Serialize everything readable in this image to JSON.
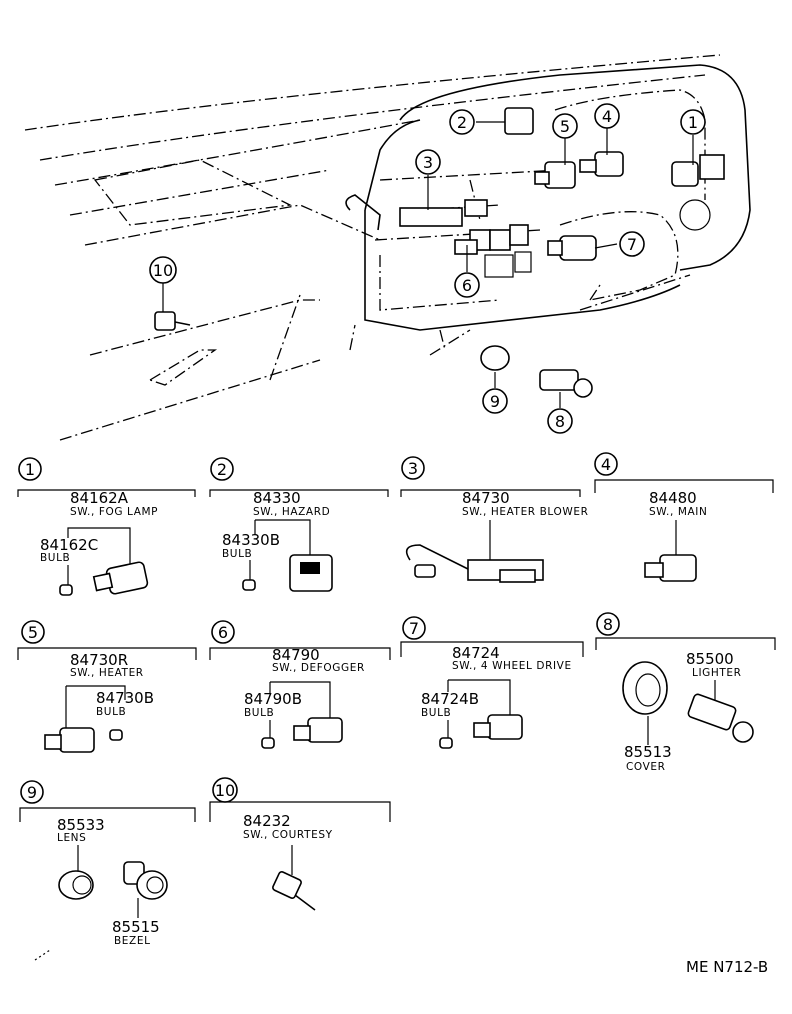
{
  "overview": {
    "callouts": [
      "1",
      "2",
      "3",
      "4",
      "5",
      "6",
      "7",
      "8",
      "9",
      "10"
    ]
  },
  "sections": [
    {
      "index": "1",
      "part_no": "84162A",
      "desc": "SW., FOG  LAMP",
      "sub_part_no": "84162C",
      "sub_desc": "BULB"
    },
    {
      "index": "2",
      "part_no": "84330",
      "desc": "SW., HAZARD",
      "sub_part_no": "84330B",
      "sub_desc": "BULB"
    },
    {
      "index": "3",
      "part_no": "84730",
      "desc": "SW., HEATER  BLOWER"
    },
    {
      "index": "4",
      "part_no": "84480",
      "desc": "SW., MAIN"
    },
    {
      "index": "5",
      "part_no": "84730R",
      "desc": "SW., HEATER",
      "sub_part_no": "84730B",
      "sub_desc": "BULB"
    },
    {
      "index": "6",
      "part_no": "84790",
      "desc": "SW., DEFOGGER",
      "sub_part_no": "84790B",
      "sub_desc": "BULB"
    },
    {
      "index": "7",
      "part_no": "84724",
      "desc": "SW., 4  WHEEL  DRIVE",
      "sub_part_no": "84724B",
      "sub_desc": "BULB"
    },
    {
      "index": "8",
      "part_no": "85500",
      "desc": "LIGHTER",
      "sub_part_no": "85513",
      "sub_desc": "COVER"
    },
    {
      "index": "9",
      "part_no": "85533",
      "desc": "LENS",
      "sub_part_no": "85515",
      "sub_desc": "BEZEL"
    },
    {
      "index": "10",
      "part_no": "84232",
      "desc": "SW., COURTESY"
    }
  ],
  "footer": {
    "code": "ME  N712-B"
  }
}
